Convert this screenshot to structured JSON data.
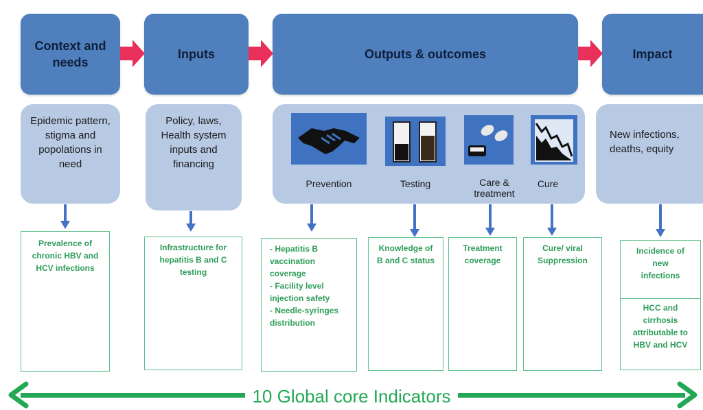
{
  "headers": {
    "context": "Context and needs",
    "inputs": "Inputs",
    "outputs": "Outputs & outcomes",
    "impact": "Impact"
  },
  "boxes": {
    "context": "Epidemic pattern, stigma and popolations in need",
    "inputs": "Policy, laws, Health system inputs and financing",
    "impact": "New infections, deaths, equity"
  },
  "icons": {
    "prevention": "Prevention",
    "testing": "Testing",
    "care": "Care & treatment",
    "cure": "Cure"
  },
  "indicators": {
    "prevalence": "Prevalence of chronic HBV and HCV infections",
    "infrastructure": "Infrastructure for hepatitis B and C testing",
    "vaccination": "- Hepatitis B vaccination coverage",
    "injection": "- Facility level injection safety",
    "needle": "- Needle-syringes distribution",
    "knowledge": "Knowledge of B and C status",
    "treatment": "Treatment coverage",
    "cure_viral": "Cure/ viral Suppression",
    "incidence": "Incidence of new infections",
    "hcc": "HCC and cirrhosis attributable to HBV and HCV"
  },
  "footer": "10 Global core Indicators",
  "colors": {
    "header_fill": "#4f7fbd",
    "sub_fill": "#b7c9e3",
    "red_arrow": "#e8305a",
    "blue_arrow": "#4472c4",
    "green": "#22a855"
  }
}
